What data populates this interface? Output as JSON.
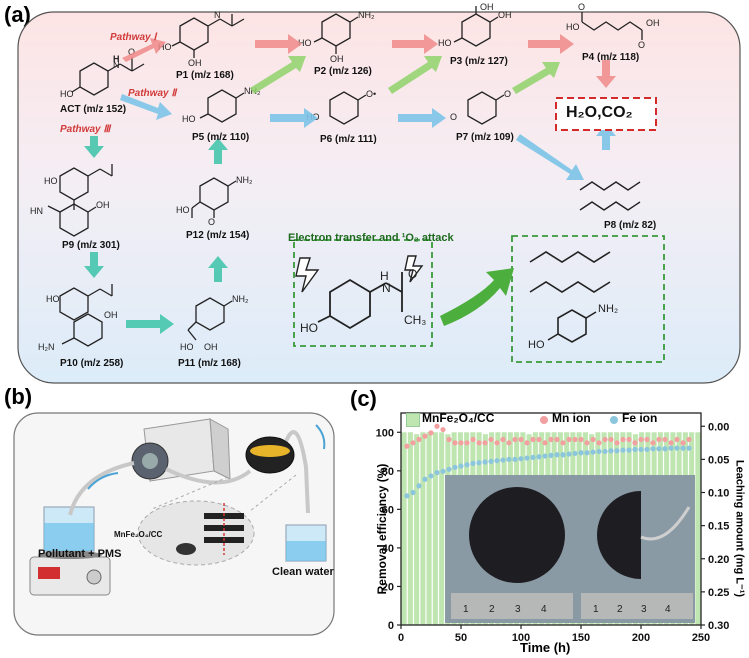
{
  "panels": {
    "a": "(a)",
    "b": "(b)",
    "c": "(c)"
  },
  "pathways": {
    "p1": "Pathway Ⅰ",
    "p2": "Pathway Ⅱ",
    "p3": "Pathway Ⅲ"
  },
  "compounds": [
    {
      "id": "act",
      "label": "ACT (m/z 152)"
    },
    {
      "id": "p1",
      "label": "P1 (m/z 168)"
    },
    {
      "id": "p2",
      "label": "P2 (m/z 126)"
    },
    {
      "id": "p3",
      "label": "P3 (m/z 127)"
    },
    {
      "id": "p4",
      "label": "P4 (m/z 118)"
    },
    {
      "id": "p5",
      "label": "P5 (m/z 110)"
    },
    {
      "id": "p6",
      "label": "P6 (m/z 111)"
    },
    {
      "id": "p7",
      "label": "P7 (m/z 109)"
    },
    {
      "id": "p8",
      "label": "P8 (m/z 82)"
    },
    {
      "id": "p9",
      "label": "P9 (m/z 301)"
    },
    {
      "id": "p10",
      "label": "P10 (m/z 258)"
    },
    {
      "id": "p11",
      "label": "P11 (m/z 168)"
    },
    {
      "id": "p12",
      "label": "P12 (m/z 154)"
    }
  ],
  "final_products": "H₂O,CO₂",
  "mechanism": "Electron transfer and ¹O₂ attack",
  "setup": {
    "pollutant": "Pollutant + PMS",
    "catalyst": "MnFe₂O₄/CC",
    "clean": "Clean water"
  },
  "colors": {
    "red_arrow": "#f08a8a",
    "green_arrow": "#8fd26a",
    "blue_arrow": "#7cc4e8",
    "teal_arrow": "#3cc3a8",
    "bar": "#bfe5b0",
    "mn": "#f2a0a0",
    "fe": "#8cc6dd"
  },
  "chart_data": {
    "type": "bar",
    "legend": [
      "MnFe₂O₄/CC",
      "Mn ion",
      "Fe ion"
    ],
    "xlabel": "Time (h)",
    "ylabel": "Removal efficiency (%)",
    "y2label": "Leaching amount (mg L⁻¹)",
    "xlim": [
      0,
      250
    ],
    "ylim": [
      0,
      110
    ],
    "y2lim": [
      0.3,
      -0.02
    ],
    "xticks": [
      0,
      50,
      100,
      150,
      200,
      250
    ],
    "yticks": [
      0,
      20,
      40,
      60,
      80,
      100
    ],
    "y2ticks": [
      "0.00",
      "0.05",
      "0.10",
      "0.15",
      "0.20",
      "0.25",
      "0.30"
    ],
    "bar_values": [
      100,
      100,
      99,
      100,
      100,
      100,
      100,
      99,
      100,
      100,
      100,
      100,
      100,
      99,
      100,
      100,
      100,
      100,
      100,
      100,
      99,
      100,
      100,
      100,
      100,
      100,
      100,
      100,
      100,
      100,
      99,
      100,
      100,
      100,
      100,
      100,
      100,
      99,
      100,
      100,
      100,
      100,
      100,
      100,
      100,
      100,
      100,
      100
    ],
    "mn_x": [
      5,
      10,
      15,
      20,
      25,
      30,
      35,
      40,
      45,
      50,
      55,
      60,
      65,
      70,
      75,
      80,
      85,
      90,
      95,
      100,
      105,
      110,
      115,
      120,
      125,
      130,
      135,
      140,
      145,
      150,
      155,
      160,
      165,
      170,
      175,
      180,
      185,
      190,
      195,
      200,
      205,
      210,
      215,
      220,
      225,
      230,
      235,
      240
    ],
    "mn_y": [
      0.03,
      0.025,
      0.02,
      0.015,
      0.01,
      0.0,
      0.005,
      0.02,
      0.025,
      0.025,
      0.025,
      0.02,
      0.025,
      0.025,
      0.02,
      0.025,
      0.02,
      0.025,
      0.02,
      0.02,
      0.025,
      0.02,
      0.02,
      0.025,
      0.02,
      0.02,
      0.025,
      0.02,
      0.02,
      0.02,
      0.025,
      0.02,
      0.025,
      0.02,
      0.02,
      0.025,
      0.02,
      0.02,
      0.025,
      0.02,
      0.02,
      0.025,
      0.02,
      0.02,
      0.025,
      0.02,
      0.025,
      0.02
    ],
    "fe_x": [
      5,
      10,
      15,
      20,
      25,
      30,
      35,
      40,
      45,
      50,
      55,
      60,
      65,
      70,
      75,
      80,
      85,
      90,
      95,
      100,
      105,
      110,
      115,
      120,
      125,
      130,
      135,
      140,
      145,
      150,
      155,
      160,
      165,
      170,
      175,
      180,
      185,
      190,
      195,
      200,
      205,
      210,
      215,
      220,
      225,
      230,
      235,
      240
    ],
    "fe_y": [
      0.105,
      0.1,
      0.09,
      0.08,
      0.075,
      0.07,
      0.068,
      0.065,
      0.062,
      0.06,
      0.058,
      0.056,
      0.055,
      0.054,
      0.053,
      0.052,
      0.051,
      0.05,
      0.05,
      0.049,
      0.048,
      0.047,
      0.046,
      0.045,
      0.044,
      0.043,
      0.043,
      0.042,
      0.041,
      0.04,
      0.04,
      0.039,
      0.038,
      0.038,
      0.037,
      0.037,
      0.036,
      0.036,
      0.035,
      0.035,
      0.035,
      0.034,
      0.034,
      0.034,
      0.033,
      0.033,
      0.033,
      0.033
    ],
    "ruler_ticks": [
      "1",
      "2",
      "3",
      "4"
    ]
  }
}
